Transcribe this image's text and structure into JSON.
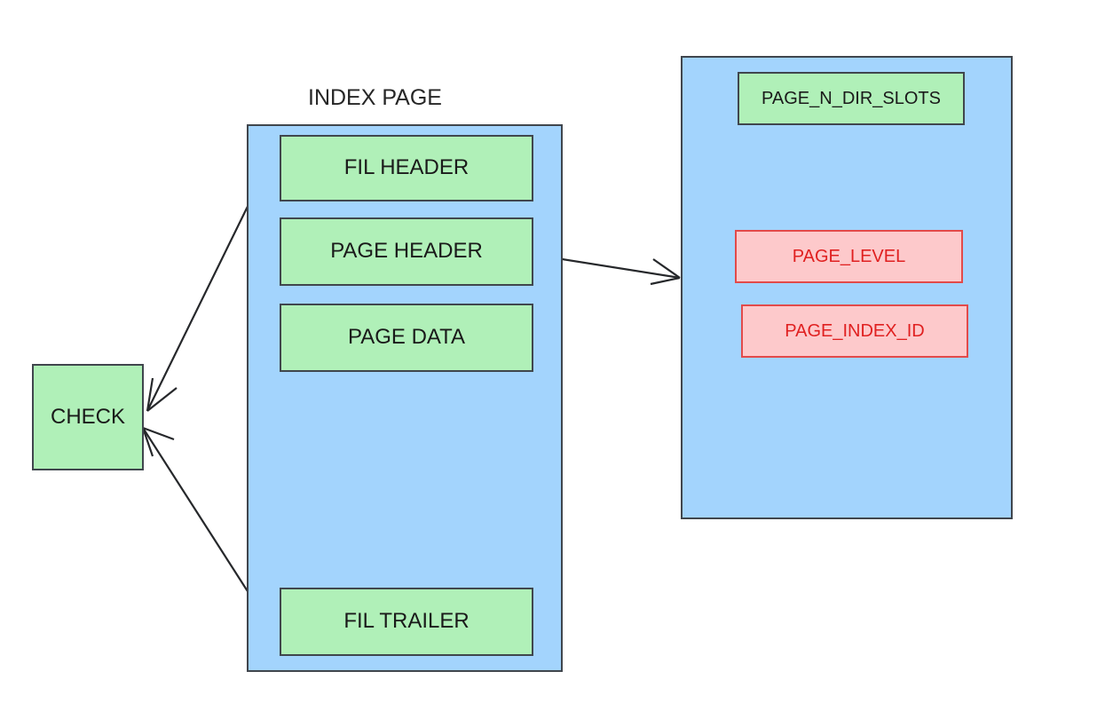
{
  "diagram": {
    "title": "INDEX PAGE",
    "colors": {
      "panel_fill": "#a3d4fd",
      "panel_border": "#40464d",
      "green_fill": "#b0f0b8",
      "green_border": "#40464d",
      "pink_fill": "#fdc9cb",
      "pink_border": "#e24a4a",
      "pink_text": "#e02020",
      "edge_stroke": "#26282b",
      "background": "#ffffff"
    },
    "index_page": {
      "label": "INDEX PAGE",
      "sections": [
        {
          "label": "FIL HEADER",
          "type": "green"
        },
        {
          "label": "PAGE HEADER",
          "type": "green"
        },
        {
          "label": "PAGE DATA",
          "type": "green"
        },
        {
          "label": "FIL TRAILER",
          "type": "green"
        }
      ]
    },
    "check_node": {
      "label": "CHECK",
      "type": "green"
    },
    "page_header_detail": {
      "fields": [
        {
          "label": "PAGE_N_DIR_SLOTS",
          "type": "green"
        },
        {
          "label": "PAGE_LEVEL",
          "type": "pink"
        },
        {
          "label": "PAGE_INDEX_ID",
          "type": "pink"
        }
      ]
    },
    "edges": [
      {
        "from": "fil-header",
        "to": "check",
        "arrowhead": "at-check"
      },
      {
        "from": "fil-trailer",
        "to": "check",
        "arrowhead": "at-check"
      },
      {
        "from": "page-header",
        "to": "page-header-detail-panel",
        "arrowhead": "at-panel"
      }
    ]
  }
}
